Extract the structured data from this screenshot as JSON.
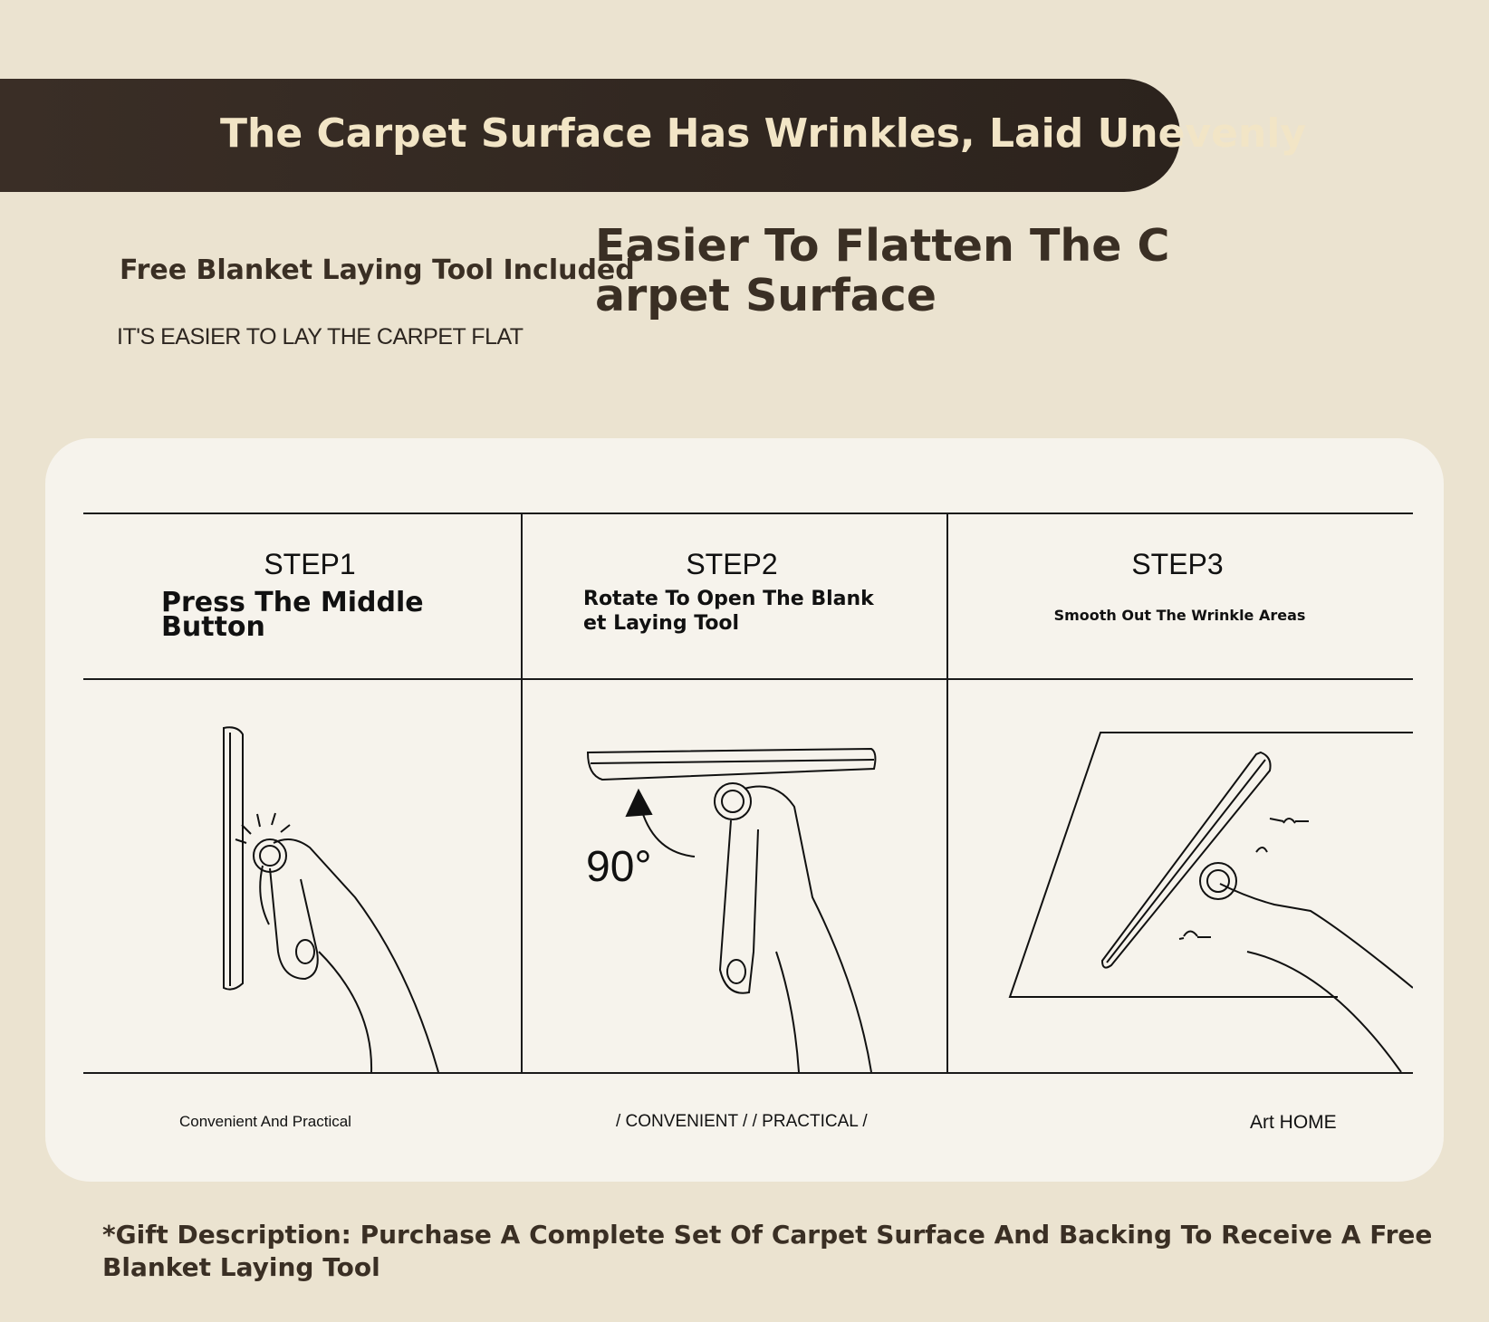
{
  "banner": {
    "title": "The Carpet Surface Has Wrinkles, Laid Unevenly"
  },
  "intro": {
    "free_tool": "Free Blanket Laying Tool Included",
    "headline": "Easier To Flatten The Carpet Surface",
    "subline": "IT'S EASIER TO LAY THE CARPET FLAT"
  },
  "steps": [
    {
      "label": "STEP1",
      "description": "Press The Middle Button"
    },
    {
      "label": "STEP2",
      "description": "Rotate To Open The Blanket Laying Tool",
      "angle_label": "90°"
    },
    {
      "label": "STEP3",
      "description": "Smooth Out The Wrinkle Areas"
    }
  ],
  "footer": {
    "left": "Convenient And Practical",
    "center": "/ CONVENIENT / / PRACTICAL /",
    "right": "Art HOME"
  },
  "gift": "*Gift Description: Purchase A Complete Set Of Carpet Surface And Backing To Receive A Free Blanket Laying Tool"
}
